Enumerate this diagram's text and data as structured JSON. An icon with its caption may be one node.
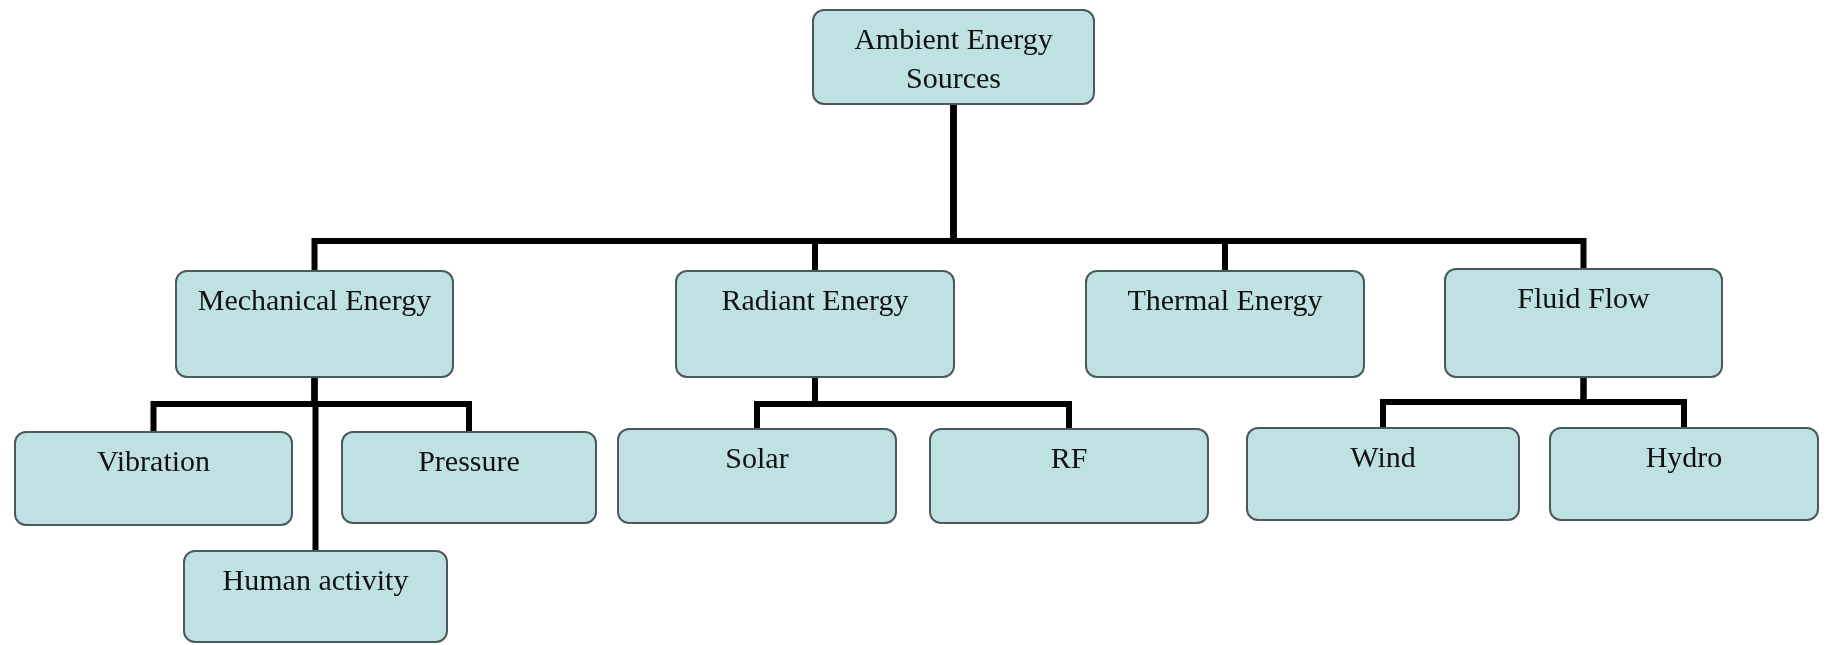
{
  "diagram": {
    "nodes": [
      {
        "text": [
          "Ambient Energy Sources"
        ]
      },
      {
        "text": [
          "Mechanical Energy"
        ]
      },
      {
        "text": [
          "Radiant Energy"
        ]
      },
      {
        "text": [
          "Thermal Energy"
        ]
      },
      {
        "text": [
          "Fluid Flow"
        ]
      },
      {
        "text": [
          "Vibration"
        ]
      },
      {
        "text": [
          "Pressure"
        ]
      },
      {
        "text": [
          "Human activity"
        ]
      },
      {
        "text": [
          "Solar"
        ]
      },
      {
        "text": [
          "RF"
        ]
      },
      {
        "text": [
          "Wind"
        ]
      },
      {
        "text": [
          "Hydro"
        ]
      }
    ],
    "edges": [
      {
        "from": 0,
        "to": 1,
        "arrow": "none"
      },
      {
        "from": 0,
        "to": 2,
        "arrow": "none"
      },
      {
        "from": 0,
        "to": 3,
        "arrow": "none"
      },
      {
        "from": 0,
        "to": 4,
        "arrow": "none"
      },
      {
        "from": 1,
        "to": 5,
        "arrow": "none"
      },
      {
        "from": 1,
        "to": 6,
        "arrow": "none"
      },
      {
        "from": 1,
        "to": 7,
        "arrow": "none"
      },
      {
        "from": 2,
        "to": 8,
        "arrow": "none"
      },
      {
        "from": 2,
        "to": 9,
        "arrow": "none"
      },
      {
        "from": 4,
        "to": 10,
        "arrow": "none"
      },
      {
        "from": 4,
        "to": 11,
        "arrow": "none"
      }
    ]
  }
}
